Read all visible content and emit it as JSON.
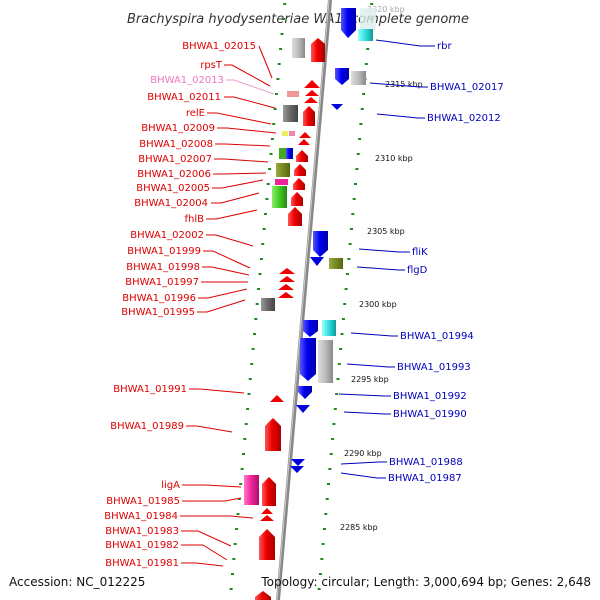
{
  "title": "Brachyspira hyodysenteriae WA1, complete genome",
  "footer": {
    "accession": "Accession: NC_012225",
    "stats": "Topology: circular; Length: 3,000,694 bp; Genes: 2,648"
  },
  "scale_labels": [
    "2320 kbp",
    "2315 kbp",
    "2310 kbp",
    "2305 kbp",
    "2300 kbp",
    "2295 kbp",
    "2290 kbp",
    "2285 kbp"
  ],
  "left_genes": [
    "BHWA1_02015",
    "rpsT",
    "BHWA1_02013",
    "BHWA1_02011",
    "relE",
    "BHWA1_02009",
    "BHWA1_02008",
    "BHWA1_02007",
    "BHWA1_02006",
    "BHWA1_02005",
    "BHWA1_02004",
    "fhlB",
    "BHWA1_02002",
    "BHWA1_01999",
    "BHWA1_01998",
    "BHWA1_01997",
    "BHWA1_01996",
    "BHWA1_01995",
    "BHWA1_01991",
    "BHWA1_01989",
    "ligA",
    "BHWA1_01985",
    "BHWA1_01984",
    "BHWA1_01983",
    "BHWA1_01982",
    "BHWA1_01981"
  ],
  "right_genes": [
    "rbr",
    "BHWA1_02017",
    "BHWA1_02012",
    "fliK",
    "flgD",
    "BHWA1_01994",
    "BHWA1_01993",
    "BHWA1_01992",
    "BHWA1_01990",
    "BHWA1_01988",
    "BHWA1_01987"
  ],
  "colors": {
    "forward_strand": "#ee0000",
    "reverse_strand": "#0000dd",
    "axis": "#999999",
    "ticks": "#228822"
  }
}
